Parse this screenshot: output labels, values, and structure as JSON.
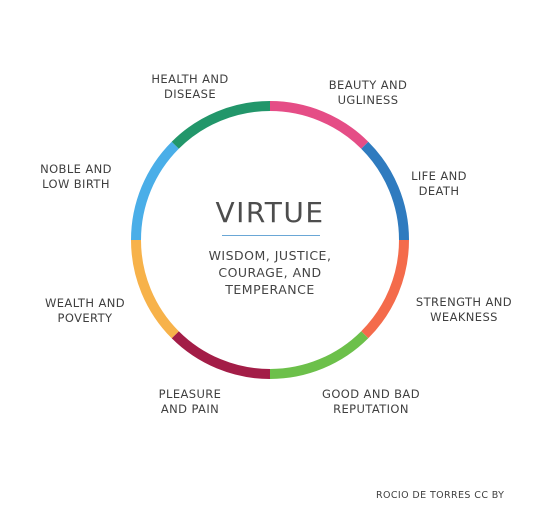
{
  "center": {
    "title": "VIRTUE",
    "subtitle": "WISDOM, JUSTICE,\nCOURAGE, AND\nTEMPERANCE",
    "rule_color": "#6aa7d6"
  },
  "segments": [
    {
      "id": "beauty",
      "label": "BEAUTY AND\nUGLINESS",
      "color": "#e54d86"
    },
    {
      "id": "life",
      "label": "LIFE AND\nDEATH",
      "color": "#2f7bbf"
    },
    {
      "id": "strength",
      "label": "STRENGTH AND\nWEAKNESS",
      "color": "#f46b4b"
    },
    {
      "id": "reputation",
      "label": "GOOD AND BAD\nREPUTATION",
      "color": "#6cc04a"
    },
    {
      "id": "pleasure",
      "label": "PLEASURE\nAND PAIN",
      "color": "#a31d47"
    },
    {
      "id": "wealth",
      "label": "WEALTH AND\nPOVERTY",
      "color": "#f7b24a"
    },
    {
      "id": "birth",
      "label": "NOBLE AND\nLOW BIRTH",
      "color": "#4aaee8"
    },
    {
      "id": "health",
      "label": "HEALTH AND\nDISEASE",
      "color": "#22966a"
    }
  ],
  "credit": "ROCIO DE TORRES CC BY"
}
